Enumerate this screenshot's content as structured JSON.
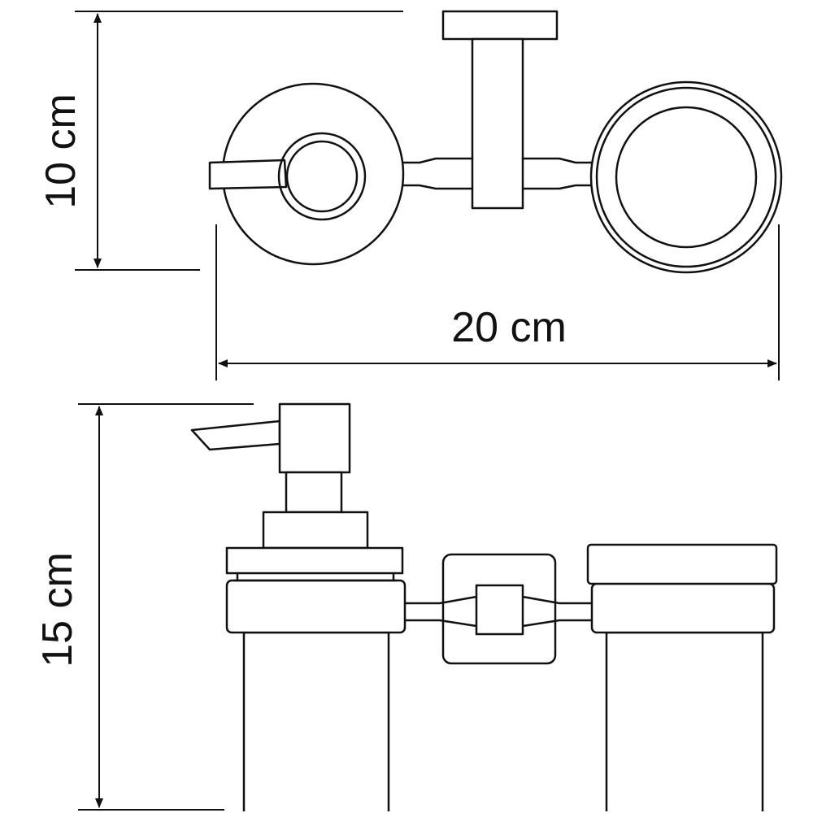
{
  "dimensions": {
    "top_view_height": "10 cm",
    "top_view_width": "20 cm",
    "front_view_height": "15 cm"
  },
  "colors": {
    "line": "#111111",
    "background": "#ffffff"
  }
}
